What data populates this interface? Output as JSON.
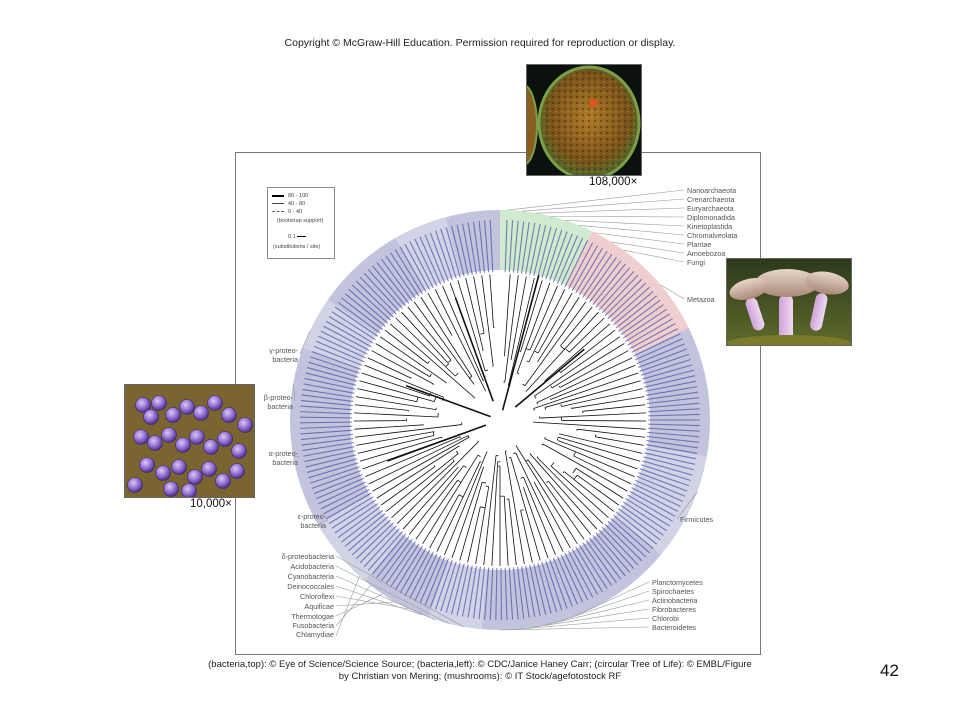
{
  "copyright": "Copyright © McGraw-Hill Education. Permission required for reproduction or display.",
  "legend": {
    "support_ranges": [
      "80 - 100",
      "40 - 80",
      "0 - 40"
    ],
    "support_caption": "(bootstrap support)",
    "scale_value": "0.1",
    "scale_caption": "(substitutions / site)"
  },
  "magnifications": {
    "top": "108,000×",
    "left": "10,000×"
  },
  "group_labels_right": [
    "Nanoarchaeota",
    "Crenarchaeota",
    "Euryarchaeota",
    "Diplomonadida",
    "Kinetoplastida",
    "Chromalveolata",
    "Plantae",
    "Amoebozoa",
    "Fungi"
  ],
  "metazoa_label": "Metazoa",
  "firmicutes_label": "Firmicutes",
  "group_labels_bottom_right": [
    "Planctomycetes",
    "Spirochaetes",
    "Actinobacteria",
    "Fibrobacteres",
    "Chlorobi",
    "Bacteroidetes"
  ],
  "group_labels_left_upper": [
    {
      "line1": "γ-proteo-",
      "line2": "bacteria"
    },
    {
      "line1": "β-proteo-",
      "line2": "bacteria"
    },
    {
      "line1": "α-proteo-",
      "line2": "bacteria"
    },
    {
      "line1": "ε-proteo-",
      "line2": "bacteria"
    }
  ],
  "group_labels_bottom_left": [
    "δ-proteobacteria",
    "Acidobacteria",
    "Cyanobacteria",
    "Deinococcales",
    "Chloroflexi",
    "Aquificae",
    "Thermotogae",
    "Fusobacteria",
    "Chlamydiae"
  ],
  "credits": {
    "line1": "(bacteria,top): © Eye of Science/Science Source; (bacteria,left): © CDC/Janice Haney Carr; (circular Tree of Life): © EMBL/Figure",
    "line2": "by Christian von Mering; (mushrooms): © IT Stock/agefotostock RF"
  },
  "page_number": "42",
  "colors": {
    "bacteria": "#8f93c2",
    "archaea": "#a9d9a8",
    "eukarya": "#e0a6a6",
    "leaf_text": "#4a4fa0",
    "branch": "#111111"
  }
}
